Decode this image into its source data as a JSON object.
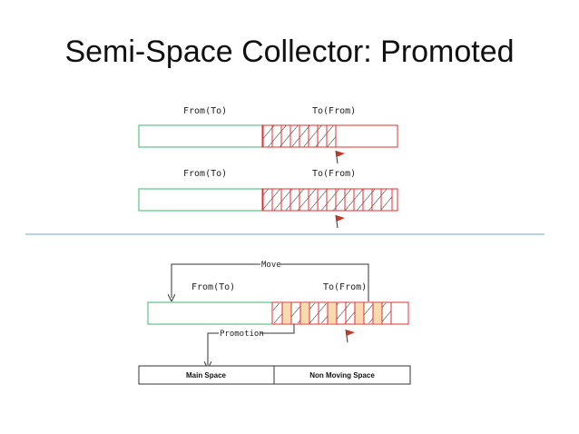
{
  "slide": {
    "title": "Semi-Space Collector: Promoted"
  },
  "diagram": {
    "top": {
      "from_label": "From(To)",
      "to_label": "To(From)"
    },
    "middle": {
      "from_label": "From(To)",
      "to_label": "To(From)"
    },
    "bottom": {
      "from_label": "From(To)",
      "to_label": "To(From)",
      "move_label": "Move",
      "promotion_label": "Promotion",
      "main_space_label": "Main Space",
      "non_moving_space_label": "Non Moving Space"
    },
    "colors": {
      "from_space": "#3cb371",
      "to_space": "#e03030",
      "divider": "#6fa8c8",
      "arrow": "#333333",
      "flag": "#c0392b",
      "orange_fill": "#f9d9b0"
    }
  }
}
